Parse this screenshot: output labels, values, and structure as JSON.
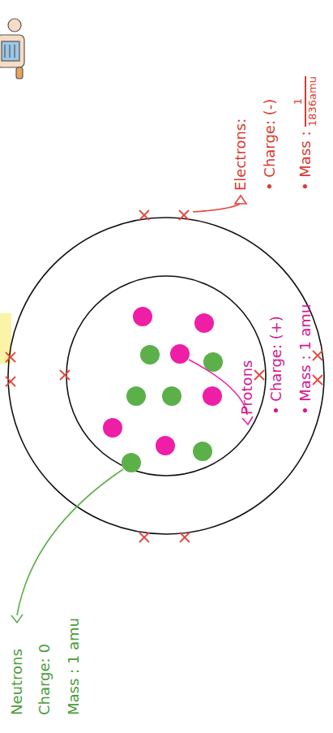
{
  "diagram": {
    "labels": [
      "Electrons:",
      "• Charge: (-)",
      "• Mass :",
      "1",
      "1836amu",
      "Protons",
      "• Charge: (+)",
      "• Mass : 1 amu",
      "Neutrons",
      "Charge: 0",
      "Mass : 1 amu"
    ]
  }
}
